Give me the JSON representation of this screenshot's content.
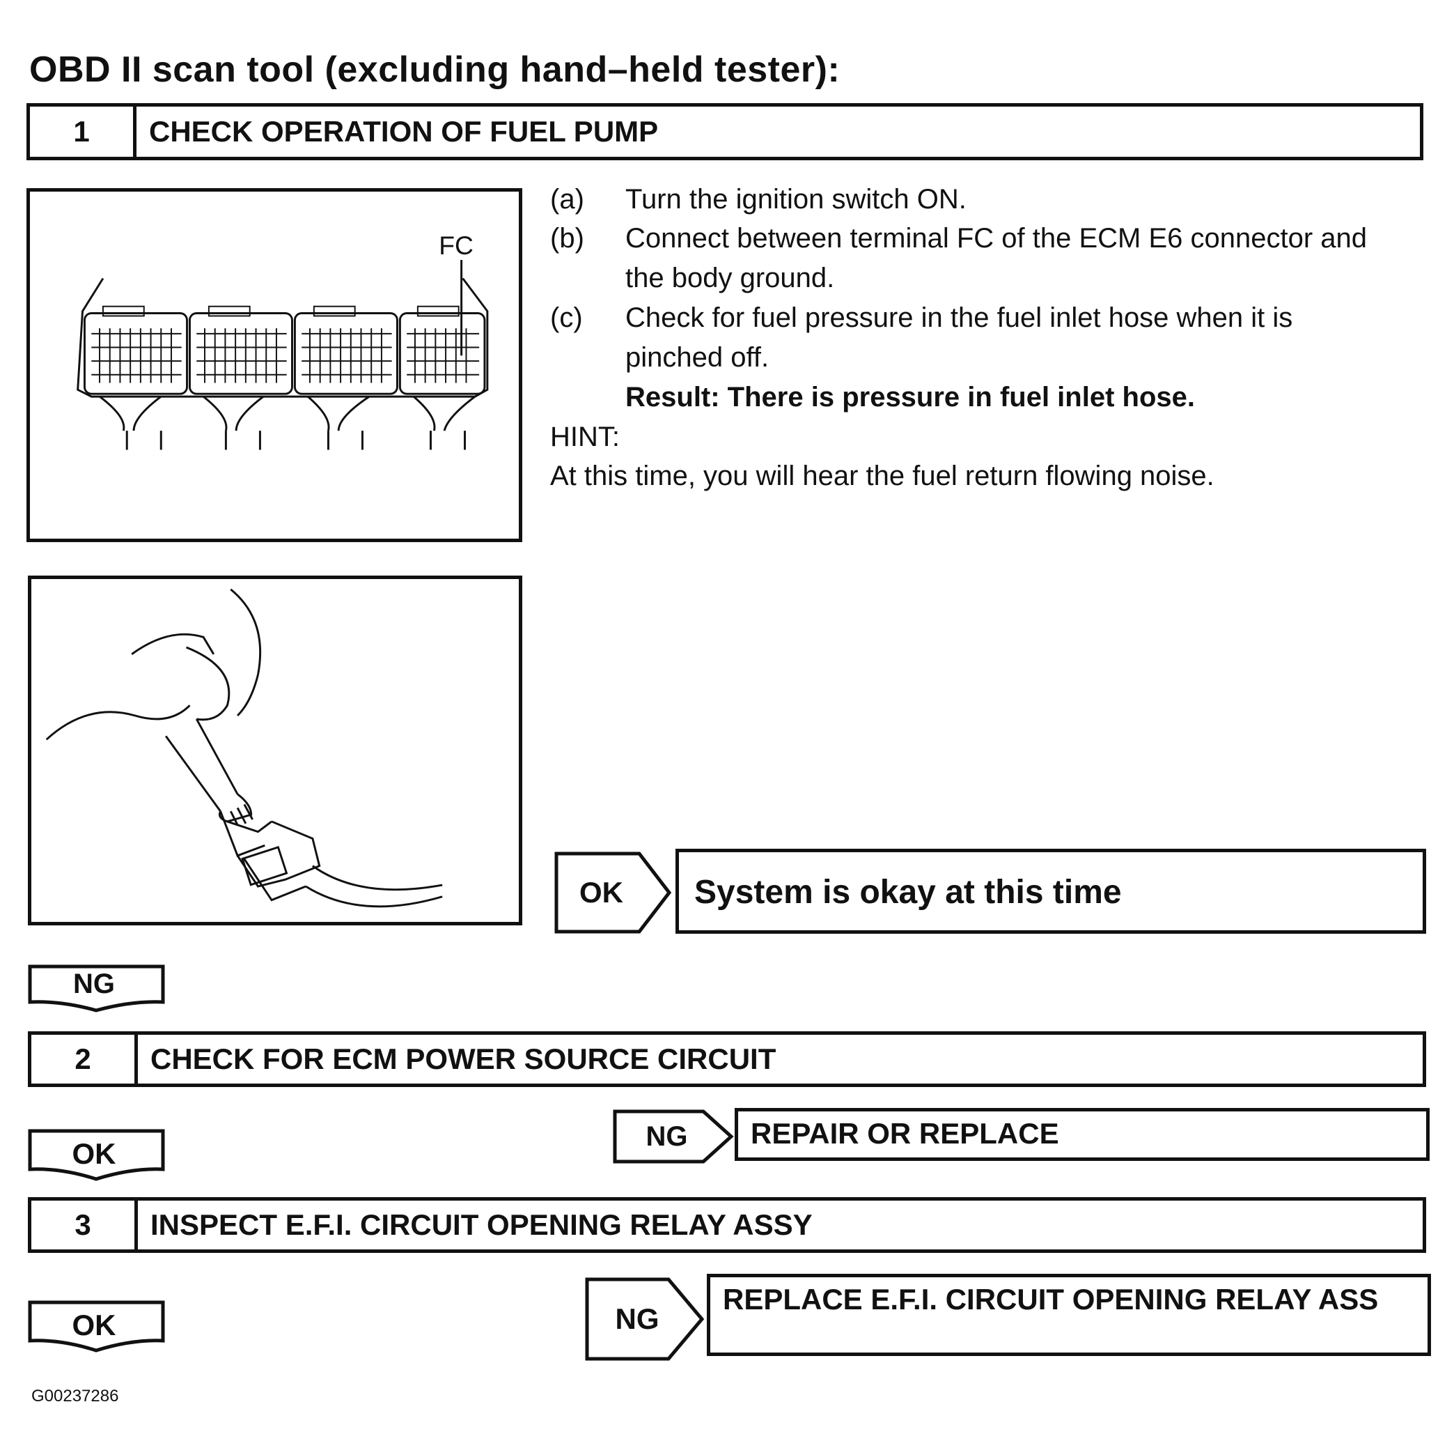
{
  "title": "OBD II scan tool (excluding hand–held tester):",
  "steps": [
    {
      "number": "1",
      "title": "CHECK OPERATION OF FUEL PUMP"
    },
    {
      "number": "2",
      "title": "CHECK FOR ECM POWER SOURCE CIRCUIT"
    },
    {
      "number": "3",
      "title": "INSPECT E.F.I. CIRCUIT OPENING RELAY ASSY"
    }
  ],
  "figure1": {
    "label": "FC"
  },
  "instructions": [
    {
      "label": "(a)",
      "text": "Turn the ignition switch ON."
    },
    {
      "label": "(b)",
      "text": "Connect between terminal FC of the ECM E6 connector and",
      "text2": "the body ground."
    },
    {
      "label": "(c)",
      "text": "Check for fuel pressure in the fuel inlet hose when it is",
      "text2": "pinched off."
    }
  ],
  "result": "Result: There is pressure in fuel inlet hose.",
  "hint_label": "HINT:",
  "hint_text": "At this time, you will hear the fuel return flowing noise.",
  "flow": {
    "ok_label": "OK",
    "ng_label": "NG",
    "step1_ok_result": "System is okay at this time",
    "step2_ng_result": "REPAIR OR REPLACE",
    "step3_ng_result": "REPLACE E.F.I. CIRCUIT OPENING RELAY ASS"
  },
  "figure_code": "G00237286"
}
